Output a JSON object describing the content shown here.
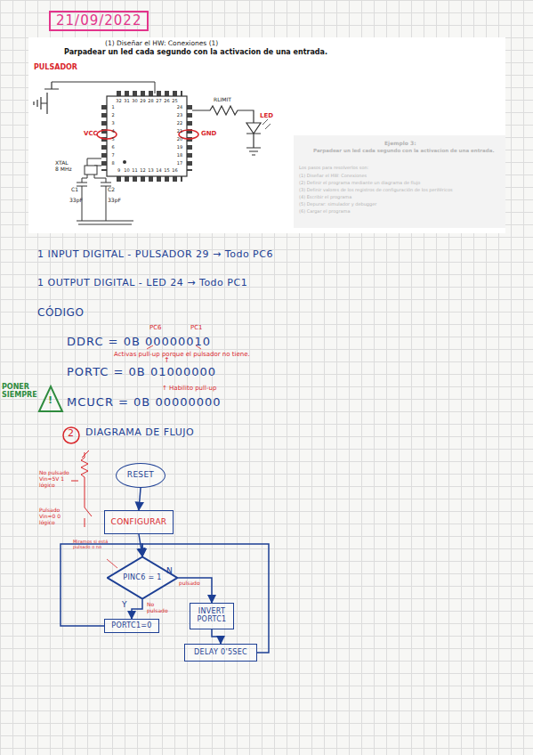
{
  "diagram": {
    "title": "21/09/2022",
    "nodes": [
      {
        "text": [
          "RESET"
        ]
      },
      {
        "text": [
          "CONFIGURAR"
        ]
      },
      {
        "text": [
          "PINC6 = 1"
        ]
      },
      {
        "text": [
          "INVERT PORTC1"
        ]
      },
      {
        "text": [
          "DELAY 0'5SEC"
        ]
      },
      {
        "text": [
          "PORTC1=0"
        ]
      }
    ],
    "edges": [
      {
        "from": 0,
        "to": 1,
        "arrow": "to"
      },
      {
        "from": 1,
        "to": 2,
        "arrow": "to"
      },
      {
        "from": 2,
        "to": 3,
        "label": "N",
        "arrow": "to"
      },
      {
        "from": 2,
        "to": 5,
        "label": "Y",
        "arrow": "to"
      },
      {
        "from": 3,
        "to": 4,
        "arrow": "to"
      },
      {
        "from": 4,
        "to": 2,
        "arrow": "to"
      },
      {
        "from": 5,
        "to": 2,
        "arrow": "to"
      }
    ],
    "labels": [
      "(1) Diseñar el HW: Conexiones (1)",
      "Parpadear un led cada segundo con la activacion de una entrada.",
      "PULSADOR",
      "RLIMIT",
      "LED",
      "VCC",
      "GND",
      "XTAL 8 MHz",
      "C1",
      "C2",
      "33pF",
      "33pF",
      "32",
      "31",
      "30",
      "29",
      "28",
      "27",
      "26",
      "25",
      "24",
      "23",
      "22",
      "21",
      "20",
      "19",
      "18",
      "17",
      "9",
      "10",
      "11",
      "12",
      "13",
      "14",
      "15",
      "16",
      "1",
      "2",
      "3",
      "4",
      "5",
      "6",
      "7",
      "8",
      "Ejemplo 3:",
      "Parpadear un led cada segundo con la activacion de una entrada.",
      "Los pasos para resolverlos son:",
      "(1) Diseñar el HW: Conexiones",
      "(2) Definir el programa mediante un diagrama de flujo",
      "(3) Definir valores de los registros de configuración de los periféricos",
      "(4) Escribir el programa",
      "(5) Depurar: simulador y debugger",
      "(6) Cargar el programa",
      "1 INPUT DIGITAL - PULSADOR 29 → Todo PC6",
      "1 OUTPUT DIGITAL - LED 24 → Todo PC1",
      "CÓDIGO",
      "DDRC = 0B 00000010",
      "PC6",
      "PC1",
      "Activas pull-up porque el pulsador no tiene.",
      "PORTC = 0B 01000000",
      "↑",
      "MCUCR = 0B 00000000",
      "↑ Habilito pull-up",
      "PONER SIEMPRE",
      "!",
      "2",
      "DIAGRAMA DE FLUJO",
      "No pulsado Vin=5V 1 lógico",
      "Pulsado Vin=0 0 lógico",
      "Miramos si está pulsado o no",
      "pulsado",
      "No pulsado"
    ]
  }
}
